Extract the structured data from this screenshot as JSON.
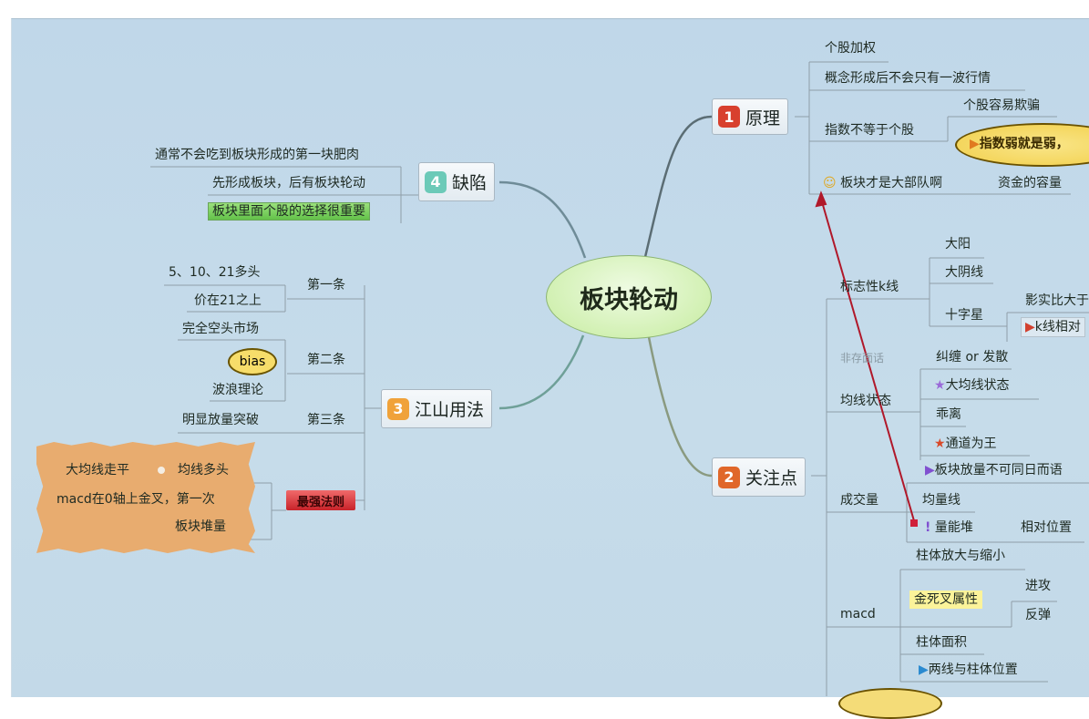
{
  "center": "板块轮动",
  "topics": {
    "principle": {
      "num": "1",
      "label": "原理",
      "color": "#d8402e"
    },
    "focus": {
      "num": "2",
      "label": "关注点",
      "color": "#e0672a"
    },
    "usage": {
      "num": "3",
      "label": "江山用法",
      "color": "#f0a23a"
    },
    "defect": {
      "num": "4",
      "label": "缺陷",
      "color": "#6ccab8"
    }
  },
  "principle": {
    "items": [
      "个股加权",
      "概念形成后不会只有一波行情",
      "指数不等于个股",
      "板块才是大部队啊"
    ],
    "sub_index": [
      "个股容易欺骗",
      "指数弱就是弱，"
    ],
    "sub_army": "资金的容量"
  },
  "defect": {
    "items": [
      "通常不会吃到板块形成的第一块肥肉",
      "先形成板块，后有板块轮动",
      "板块里面个股的选择很重要"
    ]
  },
  "usage": {
    "rules": [
      "第一条",
      "第二条",
      "第三条"
    ],
    "rule1": [
      "5、10、21多头",
      "价在21之上"
    ],
    "rule2": [
      "完全空头市场",
      "bias",
      "波浪理论"
    ],
    "rule3": "明显放量突破",
    "strongest": "最强法则",
    "callout": [
      "大均线走平",
      "均线多头",
      "macd在0轴上金叉，第一次",
      "板块堆量"
    ]
  },
  "focus": {
    "kline": {
      "label": "标志性k线",
      "items": [
        "大阳",
        "大阴线",
        "十字星"
      ],
      "sub": [
        "影实比大于",
        "k线相对"
      ]
    },
    "faint": "非存面话",
    "ma": {
      "label": "均线状态",
      "items": [
        "纠缠 or 发散",
        "大均线状态",
        "乖离",
        "通道为王"
      ]
    },
    "sector_volume": "板块放量不可同日而语",
    "volume": {
      "label": "成交量",
      "items": [
        "均量线",
        "量能堆"
      ],
      "relative": "相对位置"
    },
    "macd": {
      "label": "macd",
      "items": [
        "柱体放大与缩小",
        "金死叉属性",
        "柱体面积",
        "两线与柱体位置"
      ],
      "cross": [
        "进攻",
        "反弹"
      ]
    }
  },
  "colors": {
    "background": "#c3d9e8",
    "arrow": "#b0182a",
    "central": "#c6ec9f",
    "callout": "#e8ac6f"
  }
}
